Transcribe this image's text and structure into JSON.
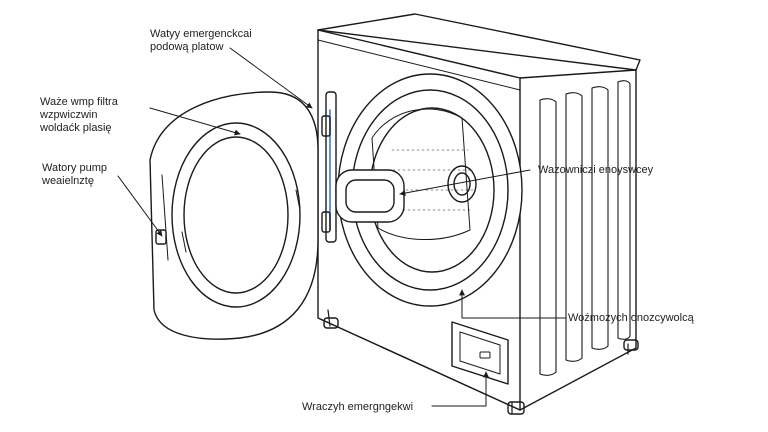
{
  "labels": {
    "top_left": [
      "Watyy emergenckcai",
      "podową platow"
    ],
    "filter": [
      "Waże wmp filtra",
      "wzpwiczwin",
      "woldaćk plasię"
    ],
    "pump": [
      "Watory pump",
      "weaielnztę"
    ],
    "right_upper": "Wazowniczi enoyswcey",
    "right_lower": "Woźmozych onozcywolcą",
    "bottom": "Wraczyh emergngekwi"
  },
  "colors": {
    "line": "#1a1a1a",
    "accent": "#3a7bd5",
    "background": "#ffffff"
  }
}
